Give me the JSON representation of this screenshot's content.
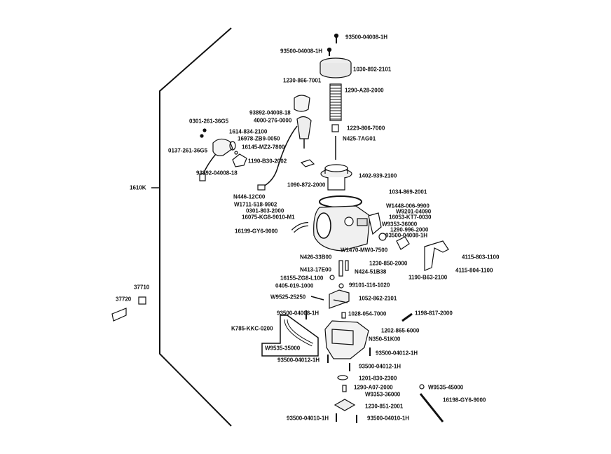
{
  "assembly_label": "1610K",
  "parts": {
    "p01": "93500-04008-1H",
    "p02": "93500-04008-1H",
    "p03": "1030-892-2101",
    "p04": "1230-866-7001",
    "p05": "1290-A28-2000",
    "p06": "93892-04008-18",
    "p07": "4000-276-0000",
    "p08": "0301-261-36G5",
    "p09": "1614-834-2100",
    "p10": "1229-806-7000",
    "p11": "16978-ZB9-0050",
    "p12": "N425-7AG01",
    "p13": "0137-261-36G5",
    "p14": "16145-MZ2-7800",
    "p15": "1190-B30-2002",
    "p16": "93892-04008-18",
    "p17": "1402-939-2100",
    "p18": "1090-872-2000",
    "p19": "1034-869-2001",
    "p20": "N446-12C00",
    "p21": "W1711-518-9902",
    "p22": "W1448-006-9900",
    "p23": "0301-803-2000",
    "p24": "W9201-04090",
    "p25": "16075-KG8-9010-M1",
    "p26": "16053-KT7-0030",
    "p27": "W9353-36000",
    "p28": "16199-GY6-9000",
    "p29": "1290-996-2000",
    "p30": "93500-04008-1H",
    "p31": "W1470-MW0-7500",
    "p32": "N426-33B00",
    "p33": "4115-803-1100",
    "p34": "1230-850-2000",
    "p35": "N413-17E00",
    "p36": "N424-51B38",
    "p37": "4115-804-1100",
    "p38": "16155-ZG8-L100",
    "p39": "1190-B63-2100",
    "p40": "0405-019-1000",
    "p41": "99101-116-1020",
    "p42": "37710",
    "p43": "37720",
    "p44": "W9525-25250",
    "p45": "1052-862-2101",
    "p46": "93500-04008-1H",
    "p47": "1028-054-7000",
    "p48": "1198-817-2000",
    "p49": "K785-KKC-0200",
    "p50": "1202-865-6000",
    "p51": "N350-51K00",
    "p52": "W9535-35000",
    "p53": "93500-04012-1H",
    "p54": "93500-04012-1H",
    "p55": "93500-04012-1H",
    "p56": "1201-830-2300",
    "p57": "1290-A07-2000",
    "p58": "W9535-45000",
    "p59": "W9353-36000",
    "p60": "16198-GY6-9000",
    "p61": "1230-851-2001",
    "p62": "93500-04010-1H",
    "p63": "93500-04010-1H"
  }
}
